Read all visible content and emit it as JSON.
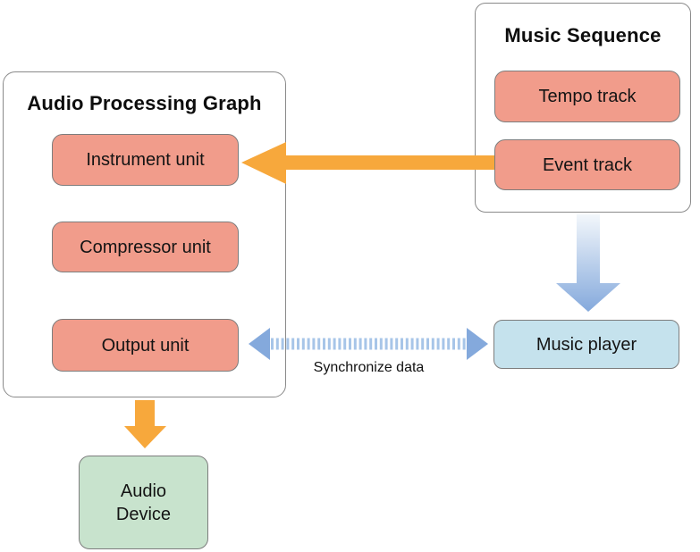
{
  "containers": {
    "audio_processing_graph": {
      "title": "Audio Processing Graph"
    },
    "music_sequence": {
      "title": "Music Sequence"
    }
  },
  "nodes": {
    "instrument_unit": {
      "label": "Instrument unit"
    },
    "compressor_unit": {
      "label": "Compressor unit"
    },
    "output_unit": {
      "label": "Output unit"
    },
    "tempo_track": {
      "label": "Tempo track"
    },
    "event_track": {
      "label": "Event track"
    },
    "music_player": {
      "label": "Music player"
    },
    "audio_device": {
      "label": "Audio\nDevice"
    }
  },
  "edges": {
    "event_to_instrument": {
      "type": "solid-arrow",
      "direction": "right-to-left"
    },
    "sequence_to_player": {
      "type": "gradient-arrow",
      "direction": "down"
    },
    "output_player_sync": {
      "type": "dashed-double-arrow",
      "label": "Synchronize data"
    },
    "graph_to_device": {
      "type": "solid-arrow",
      "direction": "down"
    }
  },
  "colors": {
    "node_salmon": "#F19C8B",
    "node_blue": "#C5E2ED",
    "node_green": "#C8E3CD",
    "node_border": "#7D7D7D",
    "container_border": "#8A8A8A",
    "arrow_orange": "#F7A83C",
    "arrow_blue_head": "#84A9DC",
    "arrow_blue_bars": "#A7C5E8",
    "arrow_gradient_top": "#F3F7FB",
    "text": "#141414",
    "background": "#FFFFFF"
  }
}
